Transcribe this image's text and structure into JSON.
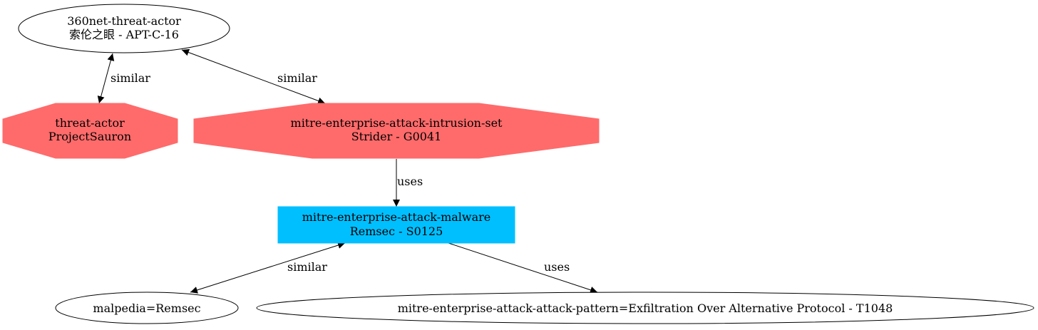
{
  "colors": {
    "threat_actor_fill": "#ff6b6b",
    "malware_fill": "#00bfff",
    "edge": "#000000",
    "background": "#ffffff"
  },
  "nodes": {
    "apt_c_16": {
      "line1": "360net-threat-actor",
      "line2": "索伦之眼 - APT-C-16",
      "shape": "ellipse"
    },
    "project_sauron": {
      "line1": "threat-actor",
      "line2": "ProjectSauron",
      "shape": "octagon"
    },
    "strider": {
      "line1": "mitre-enterprise-attack-intrusion-set",
      "line2": "Strider - G0041",
      "shape": "octagon"
    },
    "remsec": {
      "line1": "mitre-enterprise-attack-malware",
      "line2": "Remsec - S0125",
      "shape": "box"
    },
    "malpedia": {
      "line1": "malpedia=Remsec",
      "shape": "ellipse"
    },
    "t1048": {
      "line1": "mitre-enterprise-attack-attack-pattern=Exfiltration Over Alternative Protocol - T1048",
      "shape": "ellipse"
    }
  },
  "edges": {
    "apt_to_sauron": {
      "label": "similar",
      "direction": "both"
    },
    "apt_to_strider": {
      "label": "similar",
      "direction": "both"
    },
    "strider_to_remsec": {
      "label": "uses",
      "direction": "forward"
    },
    "remsec_to_malpedia": {
      "label": "similar",
      "direction": "both"
    },
    "remsec_to_t1048": {
      "label": "uses",
      "direction": "forward"
    }
  }
}
